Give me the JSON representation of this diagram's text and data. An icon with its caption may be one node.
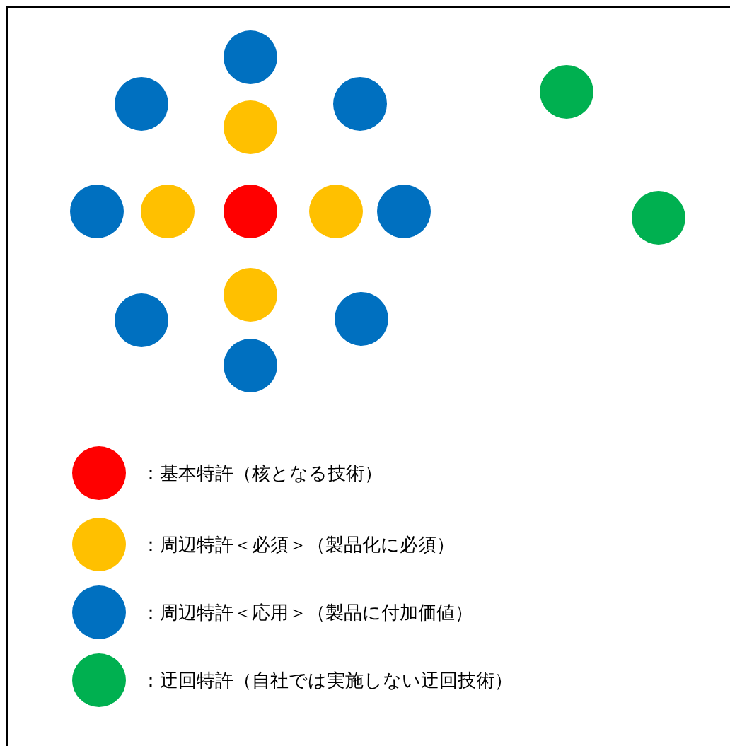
{
  "diagram": {
    "nodes": [
      {
        "text": [],
        "shape": "circle"
      },
      {
        "text": [],
        "shape": "circle"
      },
      {
        "text": [],
        "shape": "circle"
      },
      {
        "text": [],
        "shape": "circle"
      },
      {
        "text": [],
        "shape": "circle"
      },
      {
        "text": [],
        "shape": "circle"
      },
      {
        "text": [],
        "shape": "circle"
      },
      {
        "text": [],
        "shape": "circle"
      },
      {
        "text": [],
        "shape": "circle"
      },
      {
        "text": [],
        "shape": "circle"
      },
      {
        "text": [],
        "shape": "circle"
      },
      {
        "text": [],
        "shape": "circle"
      },
      {
        "text": [],
        "shape": "circle"
      },
      {
        "text": [],
        "shape": "circle"
      },
      {
        "text": [],
        "shape": "circle"
      }
    ],
    "legend": [
      {
        "text": "：基本特許（核となる技術）",
        "color": "#ff0000"
      },
      {
        "text": "：周辺特許＜必須＞（製品化に必須）",
        "color": "#ffc000"
      },
      {
        "text": "：周辺特許＜応用＞（製品に付加価値）",
        "color": "#0070c0"
      },
      {
        "text": "：迂回特許（自社では実施しない迂回技術）",
        "color": "#00b050"
      }
    ]
  }
}
